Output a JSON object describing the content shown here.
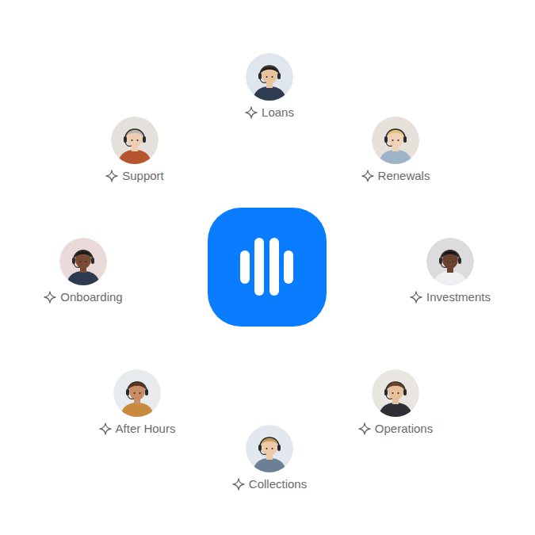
{
  "diagram": {
    "nodes": [
      {
        "text": [
          "Loans"
        ]
      },
      {
        "text": [
          "Support"
        ]
      },
      {
        "text": [
          "Renewals"
        ]
      },
      {
        "text": [
          "Onboarding"
        ]
      },
      {
        "text": [
          "Investments"
        ]
      },
      {
        "text": [
          "After Hours"
        ]
      },
      {
        "text": [
          "Operations"
        ]
      },
      {
        "text": [
          "Collections"
        ]
      }
    ]
  }
}
